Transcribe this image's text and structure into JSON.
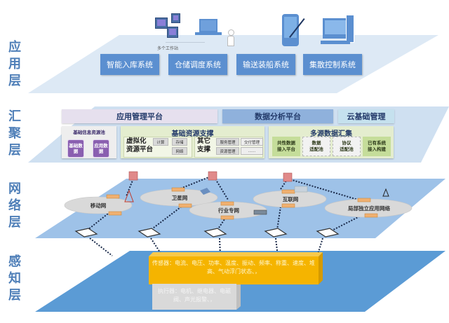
{
  "diagram": {
    "type": "layered-architecture",
    "layers": [
      {
        "id": "application",
        "label_chars": [
          "应",
          "用",
          "层"
        ]
      },
      {
        "id": "aggregation",
        "label_chars": [
          "汇",
          "聚",
          "层"
        ]
      },
      {
        "id": "network",
        "label_chars": [
          "网",
          "络",
          "层"
        ]
      },
      {
        "id": "perception",
        "label_chars": [
          "感",
          "知",
          "层"
        ]
      }
    ]
  },
  "application": {
    "workstation_caption": "多个工作站",
    "icons": [
      "workstation-icon",
      "workstation-icon",
      "workstation-icon",
      "laptop-icon",
      "person-icon",
      "tablet-icon",
      "desktop-computer-icon"
    ],
    "systems": [
      "智能入库系统",
      "仓储调度系统",
      "输送装船系统",
      "集散控制系统"
    ],
    "colors": {
      "plane": "#dde9f5",
      "box": "#5b8fd0",
      "icon": "#5b8fd0"
    }
  },
  "aggregation": {
    "headers": [
      {
        "label": "应用管理平台",
        "color": "#e6e0ee"
      },
      {
        "label": "数据分析平台",
        "color": "#8fb1dc"
      },
      {
        "label": "云基础管理",
        "color": "#c5e1ee"
      }
    ],
    "info_pool": {
      "title": "基础信息资源池",
      "items": [
        "基础数据",
        "应用数据"
      ]
    },
    "resource_support": {
      "title": "基础资源支撑",
      "virtualization_label": [
        "虚拟化",
        "资源平台"
      ],
      "virtualization_items": [
        "计算",
        "存储",
        "网络"
      ],
      "other_label": [
        "其它",
        "支撑"
      ],
      "other_items": [
        "服务管理",
        "交付管理",
        "资源管理",
        "……"
      ]
    },
    "multi_source": {
      "title": "多源数据汇集",
      "items": [
        {
          "label": [
            "共性数据",
            "接入平台"
          ],
          "color": "#c5dd9a"
        },
        {
          "label": [
            "数据",
            "适配池"
          ],
          "color": "#f2f2f2"
        },
        {
          "label": [
            "协议",
            "适配池"
          ],
          "color": "#f2f2f2"
        },
        {
          "label": [
            "已有系统",
            "接入构建"
          ],
          "color": "#c5dd9a"
        }
      ]
    }
  },
  "network": {
    "clouds": [
      "移动网",
      "卫星网",
      "行业专网",
      "互联网",
      "局部独立应用网络"
    ],
    "colors": {
      "plane": "#9ec2e8",
      "router": "#f0b070",
      "server": "#e08080"
    }
  },
  "perception": {
    "sensor_text": "传感器：电流、电压、功率、温度、振动、频率、称重、速度、堆高、气动浮门状态、，",
    "actuator_text": "执行器：电机、继电器、电磁阀、声光报警、，",
    "colors": {
      "plane": "#5b9bd5",
      "sensor": "#f5b400",
      "actuator": "#d9d9d9"
    }
  }
}
